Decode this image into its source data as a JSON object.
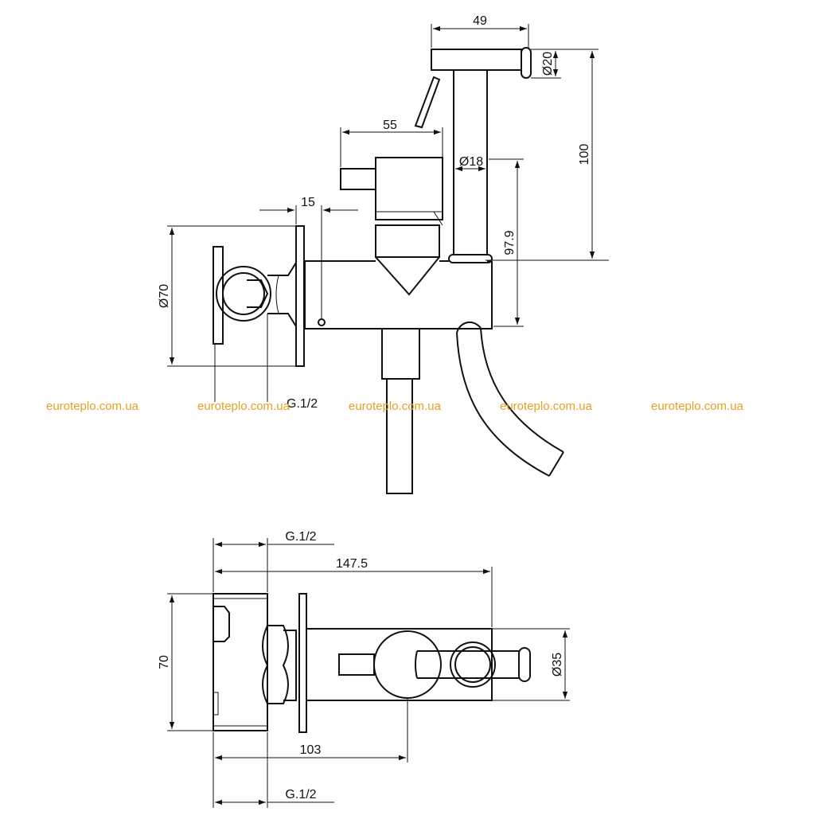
{
  "dimensions": {
    "top_view": {
      "d49": "49",
      "d20": "Ø20",
      "d100": "100",
      "d55": "55",
      "d18": "Ø18",
      "d15": "15",
      "d979": "97.9",
      "d70": "Ø70",
      "g12": "G.1/2"
    },
    "bottom_view": {
      "g12_top": "G.1/2",
      "d1475": "147.5",
      "d70": "70",
      "d35": "Ø35",
      "d103": "103",
      "g12_bottom": "G.1/2"
    }
  },
  "watermarks": [
    "euroteplo.com.ua",
    "euroteplo.com.ua",
    "euroteplo.com.ua",
    "euroteplo.com.ua",
    "euroteplo.com.ua"
  ],
  "colors": {
    "lines": "#111111",
    "watermark": "#e8a020",
    "background": "#ffffff"
  }
}
